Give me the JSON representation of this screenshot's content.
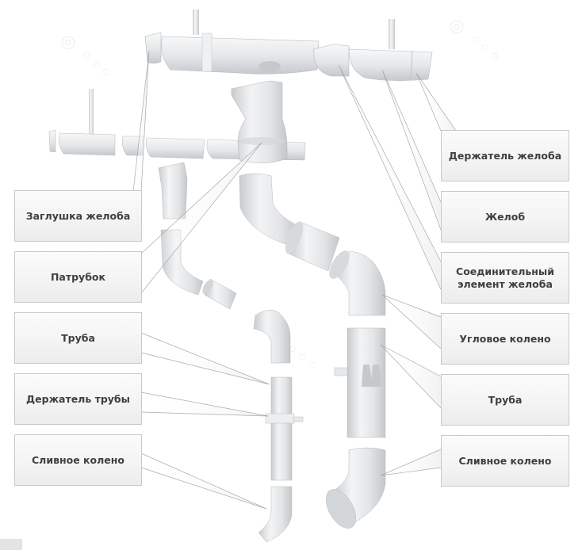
{
  "diagram": {
    "title": "Водосточная система — схема элементов",
    "colors": {
      "box_border": "#c9c9c9",
      "box_text": "#3f3f3f",
      "part_fill": "#e6e8ea",
      "part_shadow": "#b9bcc0",
      "callout": "#a9a9a9"
    },
    "labels_left": [
      {
        "id": "gutter-end-cap",
        "text": "Заглушка желоба"
      },
      {
        "id": "outlet",
        "text": "Патрубок"
      },
      {
        "id": "pipe-left",
        "text": "Труба"
      },
      {
        "id": "pipe-holder",
        "text": "Держатель трубы"
      },
      {
        "id": "drain-elbow-left",
        "text": "Сливное колено"
      }
    ],
    "labels_right": [
      {
        "id": "gutter-holder",
        "text": "Держатель желоба"
      },
      {
        "id": "gutter",
        "text": "Желоб"
      },
      {
        "id": "gutter-connector",
        "text": "Соединительный\nэлемент желоба"
      },
      {
        "id": "corner-elbow",
        "text": "Угловое колено"
      },
      {
        "id": "pipe-right",
        "text": "Труба"
      },
      {
        "id": "drain-elbow-right",
        "text": "Сливное колено"
      }
    ]
  }
}
